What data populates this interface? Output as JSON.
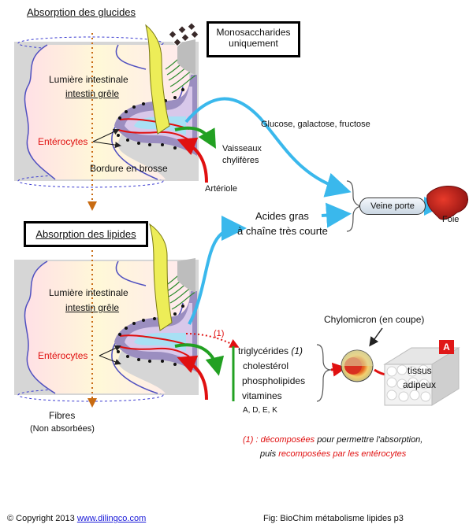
{
  "top_section": {
    "title": "Absorption des glucides",
    "monosaccharides_box": [
      "Monosaccharides",
      "uniquement"
    ],
    "lumen_label": "Lumière intestinale",
    "intestine_label": "intestin grêle",
    "enterocytes_label": "Entérocytes",
    "brush_border_label": "Bordure en brosse",
    "sugars_label": "Glucose, galactose, fructose",
    "lymph_vessels_label": [
      "Vaisseaux",
      "chylifères"
    ],
    "arteriole_label": "Artériole"
  },
  "portal": {
    "fatty_acids_label": [
      "Acides gras",
      "à chaîne très courte"
    ],
    "portal_vein_label": "Veine porte",
    "liver_label": "Foie"
  },
  "bottom_section": {
    "title": "Absorption des lipides",
    "lumen_label": "Lumière intestinale",
    "intestine_label": "intestin grêle",
    "enterocytes_label": "Entérocytes",
    "footnote_marker": "(1)",
    "lipid_list": {
      "triglycerides": "triglycérides",
      "triglycerides_note": "(1)",
      "cholesterol": "cholestérol",
      "phospholipids": "phospholipides",
      "vitamins": "vitamines",
      "vitamins_list": "A, D, E, K"
    },
    "chylomicron_label": "Chylomicron (en coupe)",
    "adipose_label": [
      "tissus",
      "adipeux"
    ],
    "badge": "A",
    "fibers_label": [
      "Fibres",
      "(Non absorbées)"
    ]
  },
  "footnote": {
    "marker": "(1)",
    "part1": ": décomposées",
    "part2": "pour permettre l'absorption,",
    "part3": "puis",
    "part4": "recomposées par les entérocytes"
  },
  "footer": {
    "copyright_prefix": "© Copyright 2013",
    "copyright_link": "www.dilingco.com",
    "figure_caption": "Fig: BioChim métabolisme lipides p3"
  },
  "colors": {
    "glucose_arrow": "#3ab8ec",
    "lymph_arrow": "#22a022",
    "blood_arrow": "#e01010",
    "fiber_arrow": "#c86b12"
  }
}
